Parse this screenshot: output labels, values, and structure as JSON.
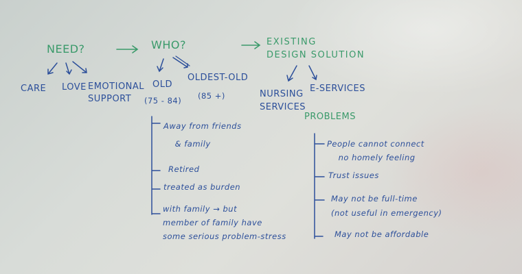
{
  "board": {
    "headings": {
      "need": "NEED?",
      "who": "WHO?",
      "existing": "EXISTING\nDESIGN SOLUTION",
      "problems": "PROBLEMS"
    },
    "needs": [
      "CARE",
      "LOVE",
      "EMOTIONAL\nSUPPORT"
    ],
    "who_groups": [
      {
        "label": "OLD",
        "range": "(75 - 84)"
      },
      {
        "label": "OLDEST-OLD",
        "range": "(85 +)"
      }
    ],
    "solutions": [
      "NURSING\nSERVICES",
      "E-SERVICES"
    ],
    "old_notes": [
      "Away from friends\n    & family",
      "Retired",
      "treated as burden",
      "with family → but\nmember of family have\nsome serious problem-stress"
    ],
    "problem_notes": [
      "People cannot connect\n    no homely feeling",
      "Trust issues",
      "May not be full-time\n(not useful in emergency)",
      "May not be affordable"
    ],
    "colors": {
      "green_marker": "#3a9a6a",
      "blue_marker": "#2c4f9a",
      "board": "#d8dcd8"
    }
  }
}
